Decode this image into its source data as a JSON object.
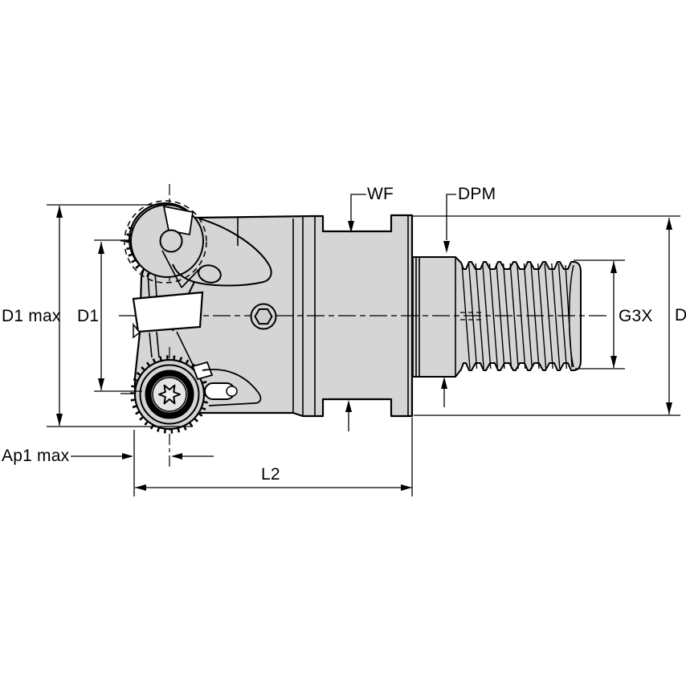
{
  "drawing": {
    "kind": "technical dimension drawing of a modular indexable milling cutter with threaded adapter shank",
    "colors": {
      "background": "#ffffff",
      "body_fill": "#d5d5d5",
      "outline": "#000000",
      "insert_ring": "#000000",
      "pocket_white": "#ffffff"
    },
    "labels": {
      "d1_max": "D1 max",
      "d1": "D1",
      "ap1_max": "Ap1 max",
      "l2": "L2",
      "wf": "WF",
      "dpm": "DPM",
      "g3x": "G3X",
      "d": "D"
    }
  }
}
